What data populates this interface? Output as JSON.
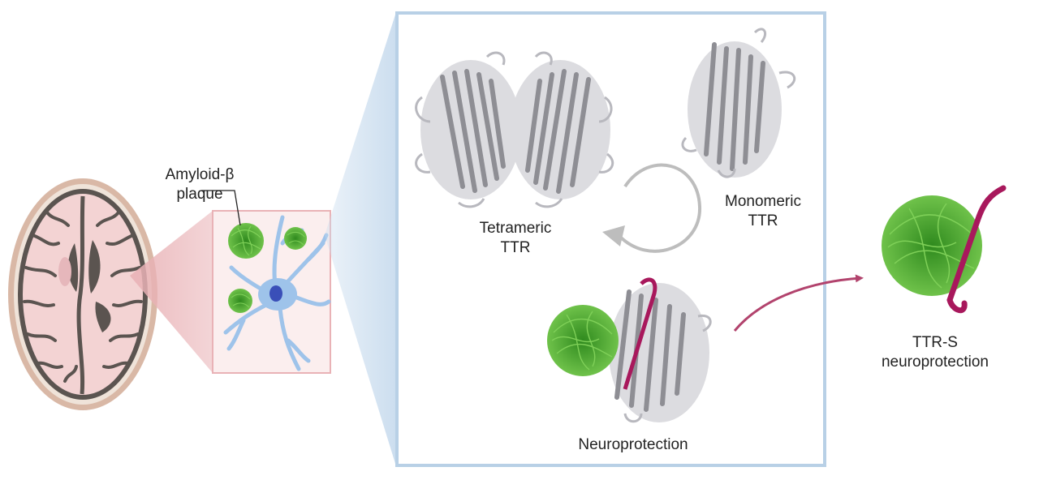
{
  "labels": {
    "amyloid_line1": "Amyloid-β",
    "amyloid_line2": "plaque",
    "tetrameric_line1": "Tetrameric",
    "tetrameric_line2": "TTR",
    "monomeric_line1": "Monomeric",
    "monomeric_line2": "TTR",
    "neuroprotection": "Neuroprotection",
    "ttrs_line1": "TTR-S",
    "ttrs_line2": "neuroprotection"
  },
  "colors": {
    "brain_skull": "#d9b8a6",
    "brain_tissue": "#f3d3d3",
    "brain_sulci": "#5b5450",
    "zoom_pink": "#e9b2b6",
    "zoom_blue": "#c9dcee",
    "panel_border": "#b8d0e6",
    "neuron": "#9ec3ea",
    "nucleus": "#3a4fb8",
    "plaque": "#4aa52e",
    "protein": "#c8c8cc",
    "ttrs_strand": "#a8185c",
    "arrow": "#b2436d",
    "cycle_arrow": "#bdbdbd"
  }
}
